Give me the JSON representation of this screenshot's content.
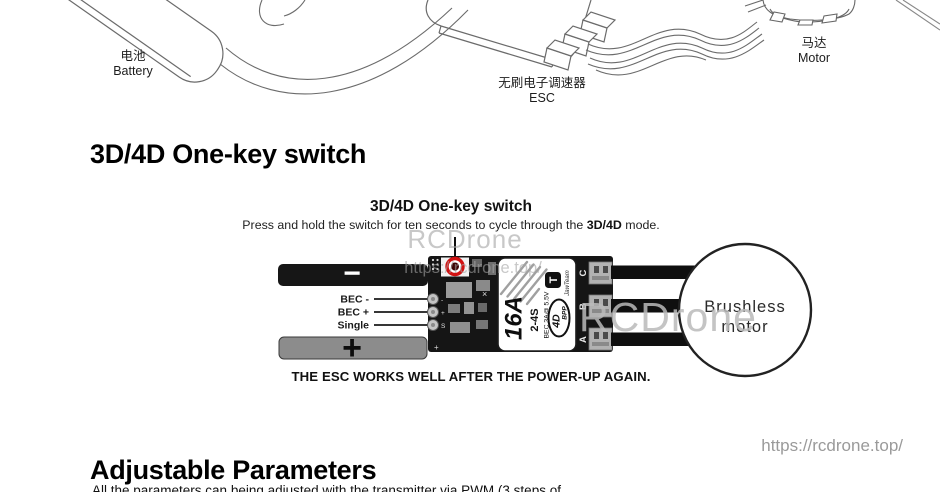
{
  "illustration": {
    "battery_zh": "电池",
    "battery_en": "Battery",
    "esc_zh": "无刷电子调速器",
    "esc_en": "ESC",
    "motor_zh": "马达",
    "motor_en": "Motor"
  },
  "switch_section": {
    "heading": "3D/4D One-key switch",
    "callout_title": "3D/4D One-key switch",
    "instruction_prefix": "Press and hold the switch for ten seconds to cycle through the ",
    "instruction_bold": "3D/4D",
    "instruction_suffix": " mode.",
    "footnote": "THE ESC WORKS WELL AFTER THE POWER-UP AGAIN."
  },
  "wiring_diagram": {
    "battery_minus": "−",
    "battery_plus": "+",
    "pad_labels": [
      "BEC -",
      "BEC +",
      "Single"
    ],
    "pad_marks": [
      "-",
      "+",
      "S"
    ],
    "board_mark_x": "×",
    "board_mark_plus": "+",
    "esc_print": {
      "current": "16A",
      "cells": "2-4S",
      "bec": "BEC 3A@ 5.5V",
      "badge_main": "4D",
      "badge_sub": "BPP",
      "brand_initial": "T",
      "brand_name": "JawTeam"
    },
    "motor_wire_labels": [
      "C",
      "B",
      "A"
    ],
    "motor_line1": "Brushless",
    "motor_line2": "motor"
  },
  "watermark": {
    "brand": "RCDrone",
    "url": "https://rcdrone.top/"
  },
  "footer_url": "https://rcdrone.top/",
  "params_section": {
    "heading": "Adjustable Parameters",
    "body_clipped": "All the parameters can being adjusted with the transmitter via PWM (3 steps of"
  },
  "colors": {
    "switch_ring": "#d11212",
    "pcb_black": "#151515",
    "positive_wire_gray": "#8c8c8c",
    "watermark_gray": "#aaaaaa"
  }
}
